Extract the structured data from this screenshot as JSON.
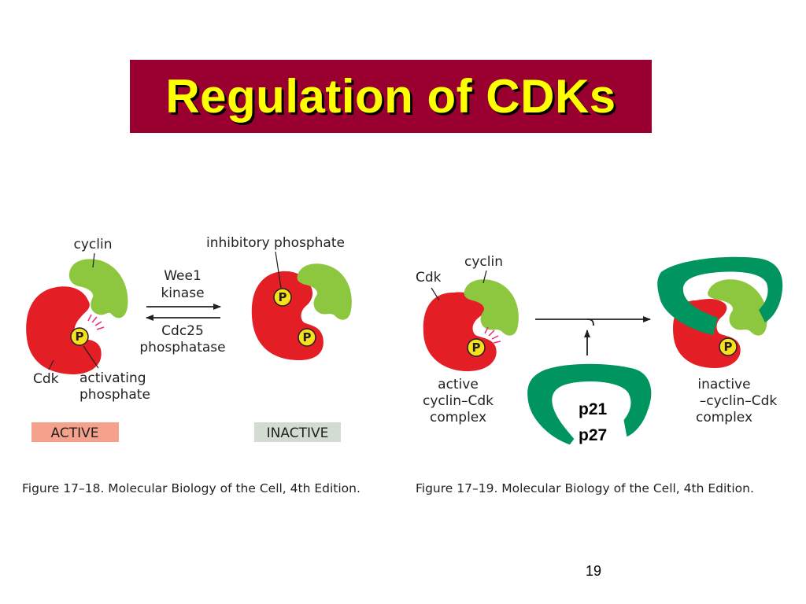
{
  "slide": {
    "title": "Regulation of CDKs",
    "page_number": "19"
  },
  "figure_left": {
    "cyclin_label": "cyclin",
    "inhibitory_label": "inhibitory phosphate",
    "wee1_line1": "Wee1",
    "wee1_line2": "kinase",
    "cdc25_line1": "Cdc25",
    "cdc25_line2": "phosphatase",
    "cdk_label": "Cdk",
    "activating_line1": "activating",
    "activating_line2": "phosphate",
    "phosphate_symbol": "P",
    "active_box": "ACTIVE",
    "inactive_box": "INACTIVE",
    "caption": "Figure 17–18. Molecular Biology of the Cell, 4th Edition."
  },
  "figure_right": {
    "cdk_label": "Cdk",
    "cyclin_label": "cyclin",
    "active_line1": "active",
    "active_line2": "cyclin–Cdk",
    "active_line3": "complex",
    "inactive_line1": "inactive",
    "inactive_line2": "–cyclin–Cdk",
    "inactive_line3": "complex",
    "inhibitor_line1": "p21",
    "inhibitor_line2": "p27",
    "phosphate_symbol": "P",
    "caption": "Figure 17–19. Molecular Biology of the Cell, 4th Edition."
  },
  "colors": {
    "title_bg": "#99002f",
    "title_text": "#ffff00",
    "cdk_red": "#e31e24",
    "cyclin_green": "#8dc63f",
    "inhibitor_green": "#00945e",
    "phosphate_yellow": "#f7e11c",
    "active_box": "#f4a28c",
    "inactive_box": "#d3dcd3"
  }
}
